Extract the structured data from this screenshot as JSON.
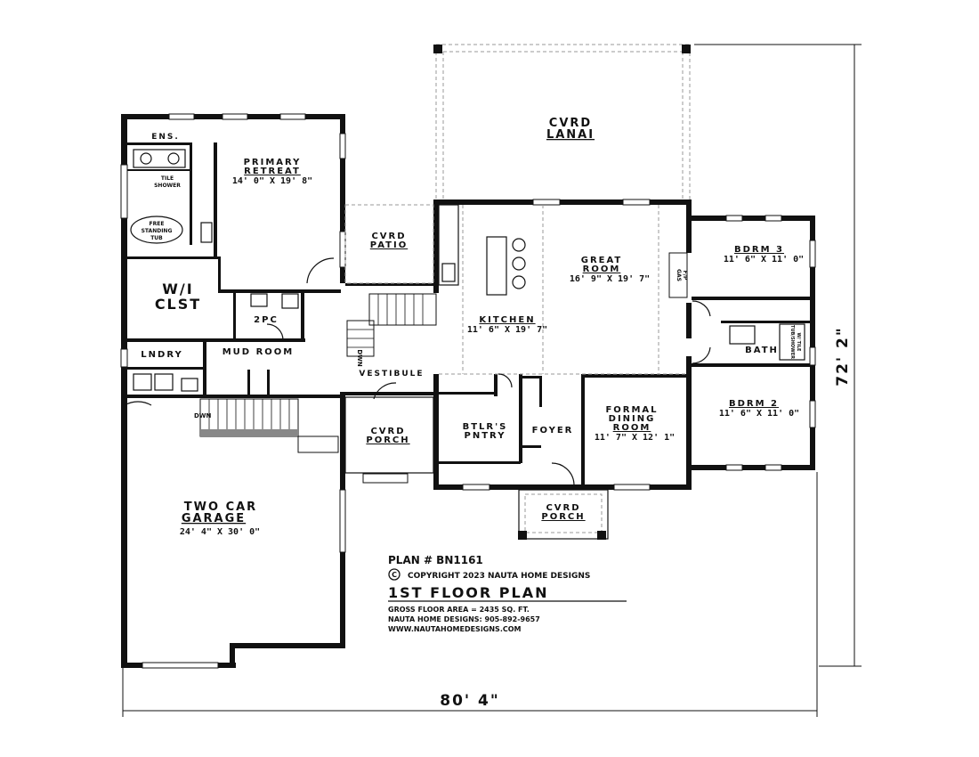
{
  "rooms": {
    "lanai": {
      "line1": "CVRD",
      "line2": "LANAI"
    },
    "primary": {
      "line1": "PRIMARY",
      "line2": "RETREAT",
      "dims": "14' 0\" X 19' 8\""
    },
    "ens": "ENS.",
    "tile_shower": {
      "line1": "TILE",
      "line2": "SHOWER"
    },
    "tub": {
      "line1": "FREE",
      "line2": "STANDING",
      "line3": "TUB"
    },
    "wic": {
      "line1": "W/I",
      "line2": "CLST"
    },
    "twopc": "2PC",
    "patio": {
      "line1": "CVRD",
      "line2": "PATIO"
    },
    "kitchen": {
      "name": "KITCHEN",
      "dims": "11' 6\" X 19' 7\""
    },
    "great": {
      "line1": "GREAT",
      "line2": "ROOM",
      "dims": "16' 9\" X 19' 7\""
    },
    "gas_fp": {
      "line1": "GAS",
      "line2": "F/P"
    },
    "bdrm3": {
      "name": "BDRM 3",
      "dims": "11' 6\" X 11' 0\""
    },
    "bath": "BATH",
    "tub_shower": {
      "line1": "TUB/SHOWER",
      "line2": "W/ TILE"
    },
    "lndry": "LNDRY",
    "mud": "MUD ROOM",
    "dwn1": "DWN",
    "dwn2": "DWN",
    "vestibule": "VESTIBULE",
    "bdrm2": {
      "name": "BDRM 2",
      "dims": "11' 6\" X 11' 0\""
    },
    "porch_side": {
      "line1": "CVRD",
      "line2": "PORCH"
    },
    "btlr": {
      "line1": "BTLR'S",
      "line2": "PNTRY"
    },
    "foyer": "FOYER",
    "dining": {
      "line1": "FORMAL",
      "line2": "DINING",
      "line3": "ROOM",
      "dims": "11' 7\" X 12' 1\""
    },
    "porch_front": {
      "line1": "CVRD",
      "line2": "PORCH"
    },
    "garage": {
      "line1": "TWO CAR",
      "line2": "GARAGE",
      "dims": "24' 4\" X 30' 0\""
    }
  },
  "info": {
    "plan": "PLAN # BN1161",
    "copyright_symbol": "C",
    "copyright": "COPYRIGHT 2023 NAUTA HOME DESIGNS",
    "title": "1ST FLOOR PLAN",
    "area": "GROSS FLOOR AREA  =  2435  SQ. FT.",
    "phone": "NAUTA HOME DESIGNS:  905-892-9657",
    "web": "WWW.NAUTAHOMEDESIGNS.COM"
  },
  "dimensions": {
    "width": "80' 4\"",
    "height": "72' 2\""
  }
}
